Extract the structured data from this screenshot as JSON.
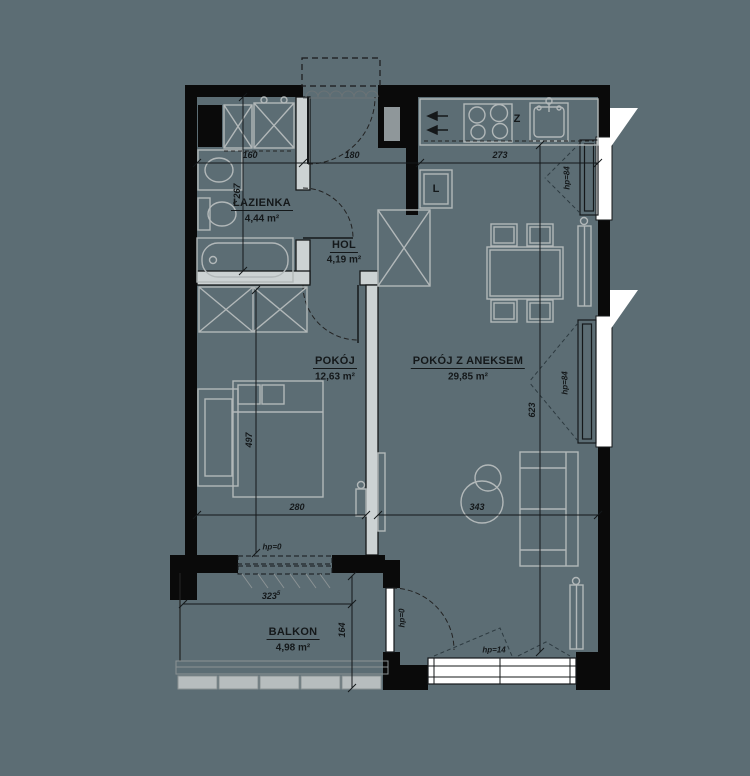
{
  "rooms": {
    "bathroom": {
      "name": "ŁAZIENKA",
      "area": "4,44 m²"
    },
    "hall": {
      "name": "HOL",
      "area": "4,19 m²"
    },
    "bedroom": {
      "name": "POKÓJ",
      "area": "12,63 m²"
    },
    "living": {
      "name": "POKÓJ Z ANEKSEM",
      "area": "29,85 m²"
    },
    "balcony": {
      "name": "BALKON",
      "area": "4,98 m²"
    }
  },
  "dimensions": {
    "top_bathroom": "160",
    "top_hall": "180",
    "top_kitchen": "273",
    "bathroom_depth": "267",
    "bedroom_width": "280",
    "bedroom_depth": "497",
    "living_width": "343",
    "living_depth": "623",
    "balcony_width": "323",
    "balcony_width_sup": "5",
    "balcony_depth": "164"
  },
  "openings": {
    "window_right_top_hp": "hp=84",
    "window_right_middle_hp": "hp=84",
    "window_bottom_hp": "hp=14",
    "balcony_door_living_hp": "hp=0",
    "balcony_door_bedroom_hp": "hp=0"
  },
  "kitchen_markers": {
    "dishwasher": "Z",
    "fridge": "L"
  },
  "colors": {
    "background": "#5c6d74",
    "walls": "#0a0a0a",
    "furniture": "#b2b8b9",
    "text": "#14181a",
    "white": "#ffffff"
  }
}
